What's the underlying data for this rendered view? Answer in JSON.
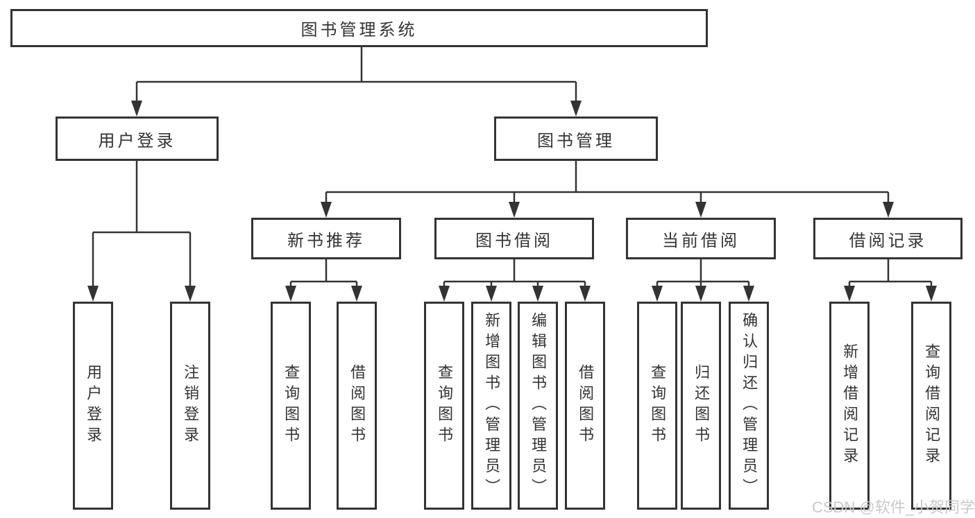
{
  "colors": {
    "background": "#ffffff",
    "line": "#333333",
    "box_border": "#333333",
    "text": "#333333",
    "watermark": "#c9c9c9"
  },
  "tree": {
    "root": {
      "label": "图书管理系统"
    },
    "level2": {
      "user_login": {
        "label": "用户登录"
      },
      "book_mgmt": {
        "label": "图书管理"
      }
    },
    "level3": {
      "new_book_rec": {
        "label": "新书推荐"
      },
      "book_borrow": {
        "label": "图书借阅"
      },
      "current_borrow": {
        "label": "当前借阅"
      },
      "borrow_records": {
        "label": "借阅记录"
      }
    },
    "leaves": {
      "login_user_login": {
        "label": "用户登录"
      },
      "login_logout": {
        "label": "注销登录"
      },
      "rec_query_books": {
        "label": "查询图书"
      },
      "rec_borrow_books": {
        "label": "借阅图书"
      },
      "borrow_query_books": {
        "label": "查询图书"
      },
      "borrow_add_books_admin": {
        "label": "新增图书（管理员）"
      },
      "borrow_edit_books_admin": {
        "label": "编辑图书（管理员）"
      },
      "borrow_borrow_books": {
        "label": "借阅图书"
      },
      "current_query_books": {
        "label": "查询图书"
      },
      "current_return_books": {
        "label": "归还图书"
      },
      "current_confirm_return_admin": {
        "label": "确认归还（管理员）"
      },
      "records_add_record": {
        "label": "新增借阅记录"
      },
      "records_query_record": {
        "label": "查询借阅记录"
      }
    }
  },
  "watermark": {
    "text": "CSDN @软件_小贺同学"
  }
}
